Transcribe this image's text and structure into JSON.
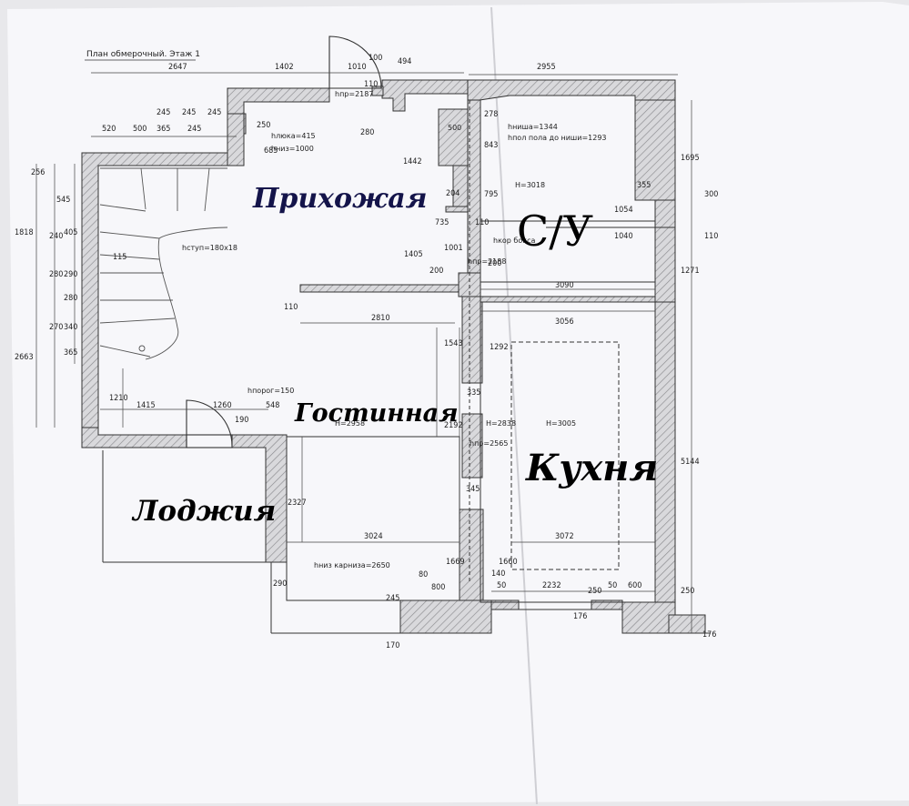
{
  "title": "План обмерочный. Этаж 1",
  "rooms": {
    "hall": "Прихожая",
    "bath": "С/У",
    "living": "Гостинная",
    "loggia": "Лоджия",
    "kitchen": "Кухня"
  },
  "notes": {
    "door_h": "hпр=2187",
    "hatch_h": "hлюка=415",
    "hatch_n": "hниз=1000",
    "niche_h": "hниша=1344",
    "niche_floor": "hпол пола до ниши=1293",
    "bath_h": "H=3018",
    "stair": "hступ=180x18",
    "door2_h": "hпр=2188",
    "box": "hкор бокса",
    "threshold": "hпорог=150",
    "living_h": "H=2958",
    "kitchen_door_h": "hпр=2565",
    "kitchen_h1": "H=2838",
    "kitchen_h2": "H=3005",
    "cornice": "hниз карниза=2650",
    "d500": "500"
  },
  "dims": {
    "top1": "2647",
    "top2": "1402",
    "top3": "1010",
    "top4": "100",
    "top5": "494",
    "top6": "2955",
    "s520": "520",
    "s500": "500",
    "s365": "365",
    "s245a": "245",
    "s245b": "245",
    "s245c": "245",
    "s245d": "245",
    "v110": "110",
    "v250": "250",
    "v685": "685",
    "v280": "280",
    "v1442": "1442",
    "v278": "278",
    "v843": "843",
    "v795": "795",
    "v1695": "1695",
    "h355": "355",
    "v300": "300",
    "h1054": "1054",
    "h1040": "1040",
    "v110b": "110",
    "v1271": "1271",
    "v204": "204",
    "h735": "735",
    "h110": "110",
    "v1405": "1405",
    "v1001": "1001",
    "v200": "200",
    "h200": "200",
    "l256": "256",
    "l1818": "1818",
    "l545": "545",
    "l405": "405",
    "l240": "240",
    "l280": "280",
    "l290": "290",
    "l280b": "280",
    "l270": "270",
    "l340": "340",
    "l365": "365",
    "l2663": "2663",
    "s115": "115",
    "v110c": "110",
    "h2810": "2810",
    "v1543": "1543",
    "h3090": "3090",
    "h3056": "3056",
    "v1292": "1292",
    "v1210": "1210",
    "h1415": "1415",
    "h1260": "1260",
    "h548": "548",
    "v190": "190",
    "h335": "335",
    "v2192": "2192",
    "v2327": "2327",
    "h345": "345",
    "v5144": "5144",
    "h3024": "3024",
    "h3072": "3072",
    "v1669": "1669",
    "v1660": "1660",
    "h140": "140",
    "h50a": "50",
    "h2232": "2232",
    "h250": "250",
    "h50b": "50",
    "h600": "600",
    "v250b": "250",
    "h290": "290",
    "h80": "80",
    "h800": "800",
    "v245": "245",
    "v176a": "176",
    "v176b": "176",
    "v170": "170"
  }
}
